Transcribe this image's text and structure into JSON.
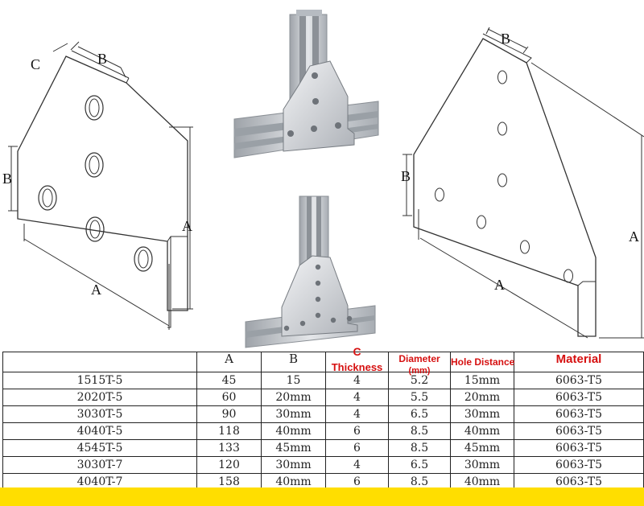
{
  "diagram_labels": {
    "left": {
      "a_bottom": "A",
      "a_right": "A",
      "b_left": "B",
      "b_top": "B",
      "c_top": "C"
    },
    "right": {
      "a_bottom": "A",
      "a_right": "A",
      "b_left": "B",
      "b_top": "B"
    }
  },
  "table": {
    "headers": {
      "name": "",
      "a": "A",
      "b": "B",
      "c_line1": "C",
      "c_line2": "Thickness",
      "diameter_line1": "Diameter",
      "diameter_line2": "(mm)",
      "hole_distance": "Hole Distance",
      "material": "Material"
    },
    "rows": [
      {
        "name": "1515T-5",
        "a": "45",
        "b": "15",
        "c": "4",
        "diameter": "5.2",
        "hole": "15mm",
        "material": "6063-T5"
      },
      {
        "name": "2020T-5",
        "a": "60",
        "b": "20mm",
        "c": "4",
        "diameter": "5.5",
        "hole": "20mm",
        "material": "6063-T5"
      },
      {
        "name": "3030T-5",
        "a": "90",
        "b": "30mm",
        "c": "4",
        "diameter": "6.5",
        "hole": "30mm",
        "material": "6063-T5"
      },
      {
        "name": "4040T-5",
        "a": "118",
        "b": "40mm",
        "c": "6",
        "diameter": "8.5",
        "hole": "40mm",
        "material": "6063-T5"
      },
      {
        "name": "4545T-5",
        "a": "133",
        "b": "45mm",
        "c": "6",
        "diameter": "8.5",
        "hole": "45mm",
        "material": "6063-T5"
      },
      {
        "name": "3030T-7",
        "a": "120",
        "b": "30mm",
        "c": "4",
        "diameter": "6.5",
        "hole": "30mm",
        "material": "6063-T5"
      },
      {
        "name": "4040T-7",
        "a": "158",
        "b": "40mm",
        "c": "6",
        "diameter": "8.5",
        "hole": "40mm",
        "material": "6063-T5"
      }
    ]
  },
  "colors": {
    "header_red": "#d61010",
    "footer_bar": "#ffde00",
    "line": "#222222",
    "metal": "#c9ccd0"
  }
}
